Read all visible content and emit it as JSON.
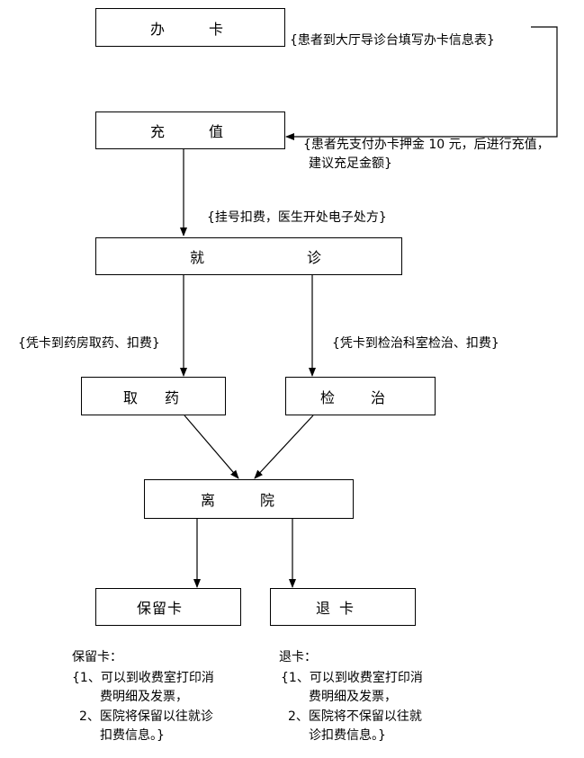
{
  "boxes": {
    "card": [
      "办",
      "卡"
    ],
    "recharge": [
      "充",
      "值"
    ],
    "visit": [
      "就",
      "诊"
    ],
    "medicine": [
      "取",
      "药"
    ],
    "exam": [
      "检",
      "治"
    ],
    "leave": [
      "离",
      "院"
    ],
    "keep_card": "保留卡",
    "return_card": [
      "退",
      "卡"
    ]
  },
  "notes": {
    "card": "{患者到大厅导诊台填写办卡信息表}",
    "recharge_l1": "{患者先支付办卡押金 10 元，后进行充值，",
    "recharge_l2": "建议充足金额}",
    "register": "{挂号扣费，医生开处电子处方}",
    "medicine": "{凭卡到药房取药、扣费}",
    "exam": "{凭卡到检治科室检治、扣费}"
  },
  "footnotes": {
    "keep": {
      "title": "保留卡：",
      "l1": "{1、可以到收费室打印消",
      "l2": "费明细及发票，",
      "l3": "2、医院将保留以往就诊",
      "l4": "扣费信息。}"
    },
    "return": {
      "title": "退卡：",
      "l1": "{1、可以到收费室打印消",
      "l2": "费明细及发票，",
      "l3": "2、医院将不保留以往就",
      "l4": "诊扣费信息。}"
    }
  }
}
